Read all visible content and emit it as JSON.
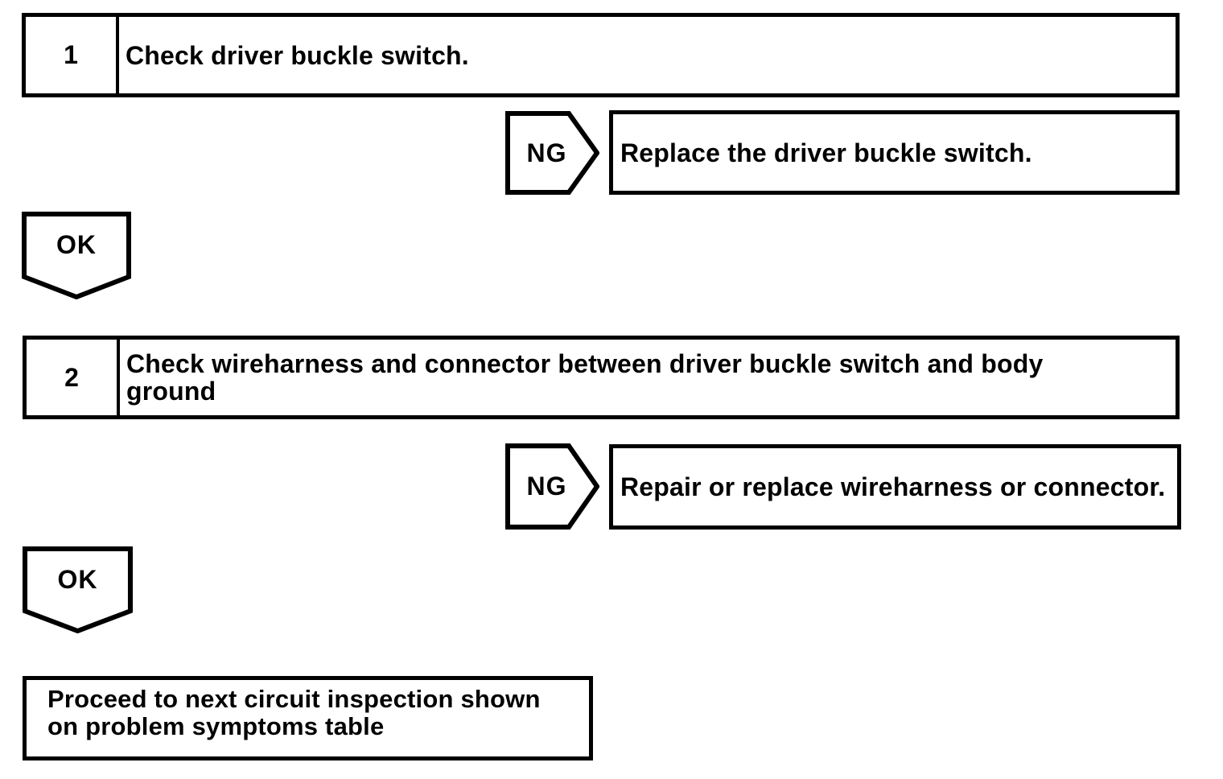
{
  "labels": {
    "ng": "NG",
    "ok": "OK"
  },
  "steps": [
    {
      "number": "1",
      "title": "Check driver buckle switch."
    },
    {
      "number": "2",
      "title": "Check wireharness and connector between driver buckle switch and body ground"
    }
  ],
  "ng_results": [
    "Replace the driver buckle switch.",
    "Repair or replace wireharness or connector."
  ],
  "final_action": "Proceed to next circuit inspection shown on problem symptoms table",
  "colors": {
    "ink": "#000000",
    "paper": "#ffffff"
  }
}
